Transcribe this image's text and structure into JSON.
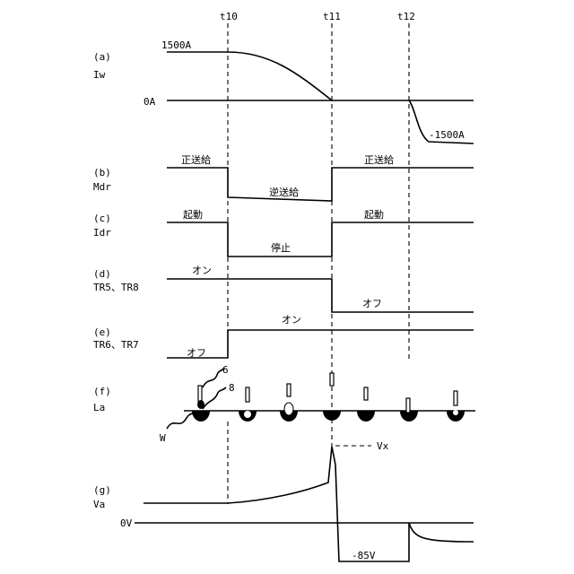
{
  "times": {
    "t10": "t10",
    "t11": "t11",
    "t12": "t12"
  },
  "rows": {
    "a": {
      "tag": "(a)",
      "name": "Iw",
      "high": "1500A",
      "zero": "0A",
      "neg": "-1500A"
    },
    "b": {
      "tag": "(b)",
      "name": "Mdr",
      "fwd1": "正送給",
      "rev": "逆送給",
      "fwd2": "正送給"
    },
    "c": {
      "tag": "(c)",
      "name": "Idr",
      "start1": "起動",
      "stop": "停止",
      "start2": "起動"
    },
    "d": {
      "tag": "(d)",
      "name": "TR5、TR8",
      "on": "オン",
      "off": "オフ"
    },
    "e": {
      "tag": "(e)",
      "name": "TR6、TR7",
      "off": "オフ",
      "on": "オン"
    },
    "f": {
      "tag": "(f)",
      "name": "La",
      "ref6": "6",
      "ref8": "8",
      "refW": "W"
    },
    "g": {
      "tag": "(g)",
      "name": "Va",
      "vx": "Vx",
      "zero": "0V",
      "neg": "-85V"
    }
  }
}
